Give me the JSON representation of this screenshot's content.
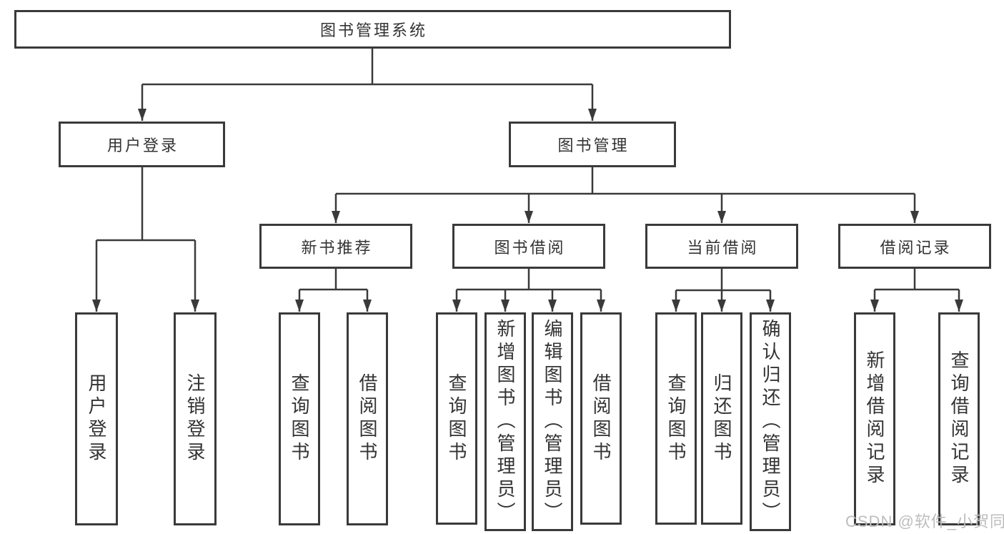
{
  "tree": {
    "root": {
      "label": "图书管理系统",
      "children": [
        {
          "label": "用户登录",
          "children": [
            {
              "label": "用户登录"
            },
            {
              "label": "注销登录"
            }
          ]
        },
        {
          "label": "图书管理",
          "children": [
            {
              "label": "新书推荐",
              "children": [
                {
                  "label": "查询图书"
                },
                {
                  "label": "借阅图书"
                }
              ]
            },
            {
              "label": "图书借阅",
              "children": [
                {
                  "label": "查询图书"
                },
                {
                  "label": "新增图书（管理员）"
                },
                {
                  "label": "编辑图书（管理员）"
                },
                {
                  "label": "借阅图书"
                }
              ]
            },
            {
              "label": "当前借阅",
              "children": [
                {
                  "label": "查询图书"
                },
                {
                  "label": "归还图书"
                },
                {
                  "label": "确认归还（管理员）"
                }
              ]
            },
            {
              "label": "借阅记录",
              "children": [
                {
                  "label": "新增借阅记录"
                },
                {
                  "label": "查询借阅记录"
                }
              ]
            }
          ]
        }
      ]
    }
  },
  "watermark": {
    "text": "CSDN @软件_小贺同学"
  },
  "colors": {
    "line": "#3a3a3a",
    "text": "#333333",
    "watermark": "#bdbdbd",
    "background": "#ffffff"
  }
}
